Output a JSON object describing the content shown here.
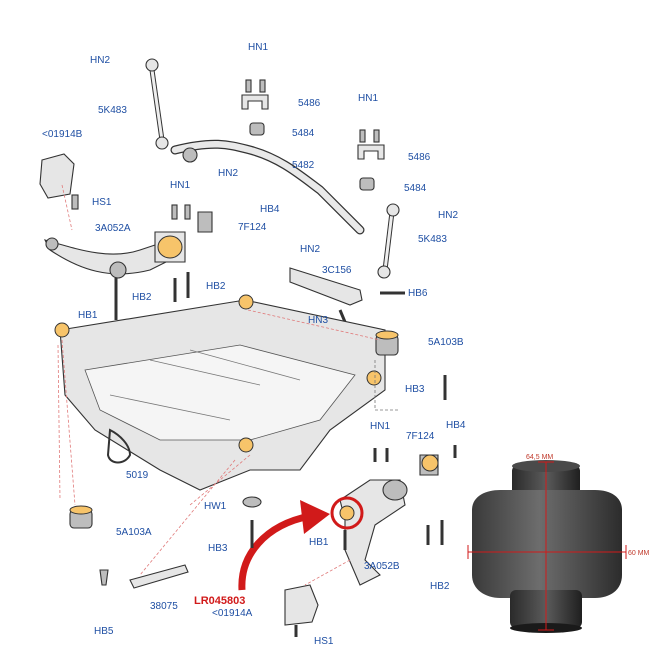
{
  "labels": {
    "hn2_top": "HN2",
    "hn1_top": "HN1",
    "5k483_left": "5K483",
    "5486_top": "5486",
    "5484_top": "5484",
    "hn1_right": "HN1",
    "5486_right": "5486",
    "5484_right": "5484",
    "5482": "5482",
    "hn2_mid": "HN2",
    "01914b": "<01914B",
    "hs1_top": "HS1",
    "hn1_mid": "HN1",
    "hb4_mid": "HB4",
    "7f124_mid": "7F124",
    "hn2_right": "HN2",
    "5k483_right": "5K483",
    "3a052a": "3A052A",
    "hn2_link": "HN2",
    "3c156": "3C156",
    "hb2_a": "HB2",
    "hb2_b": "HB2",
    "hb6": "HB6",
    "hb1_left": "HB1",
    "hn3": "HN3",
    "5a103b": "5A103B",
    "hb3_right": "HB3",
    "hn1_low": "HN1",
    "hb4_low": "HB4",
    "7f124_low": "7F124",
    "5019": "5019",
    "hw1": "HW1",
    "5a103a": "5A103A",
    "hb3_low": "HB3",
    "hb1_low": "HB1",
    "38075": "38075",
    "3a052b": "3A052B",
    "hb2_low": "HB2",
    "lr045803": "LR045803",
    "01914a": "<01914A",
    "hb5": "HB5",
    "hs1_low": "HS1"
  },
  "dimensions": {
    "height": "64,5 MM",
    "width": "60 MM"
  },
  "colors": {
    "label": "#1f4fa3",
    "highlight": "#d11a1a",
    "bushing": "#f7c46a"
  }
}
